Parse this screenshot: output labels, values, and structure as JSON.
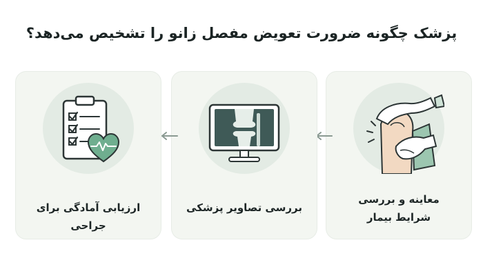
{
  "title": "پزشک چگونه ضرورت تعویض مفصل زانو را تشخیص می‌دهد؟",
  "steps": [
    {
      "line1": "معاینه و بررسی",
      "line2": "شرایط بیمار",
      "icon": "knee-examination-icon"
    },
    {
      "line1": "بررسی تصاویر پزشکی",
      "icon": "xray-monitor-icon"
    },
    {
      "line1": "ارزیابی آمادگی برای جراحی",
      "icon": "clipboard-heart-icon"
    }
  ],
  "colors": {
    "card_bg": "#f3f6f1",
    "disc_bg": "#e3ebe4",
    "accent_green": "#6fae8f",
    "outline": "#2c3535",
    "arrow": "#8a9a92"
  }
}
